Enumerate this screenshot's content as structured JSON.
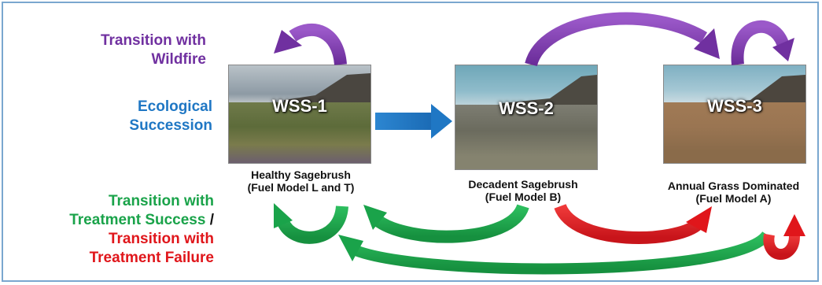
{
  "legend": {
    "wildfire": [
      "Transition with",
      "Wildfire"
    ],
    "succession": [
      "Ecological",
      "Succession"
    ],
    "treatment_success": [
      "Transition with",
      "Treatment Success"
    ],
    "separator": "/",
    "treatment_failure": [
      "Transition with",
      "Treatment Failure"
    ]
  },
  "states": [
    {
      "id": "WSS-1",
      "caption_line1": "Healthy Sagebrush",
      "caption_line2": "(Fuel Model L and T)"
    },
    {
      "id": "WSS-2",
      "caption_line1": "Decadent Sagebrush",
      "caption_line2": "(Fuel Model B)"
    },
    {
      "id": "WSS-3",
      "caption_line1": "Annual Grass Dominated",
      "caption_line2": "(Fuel Model A)"
    }
  ],
  "colors": {
    "wildfire": "#7030a0",
    "succession": "#1f77c4",
    "treatment_success": "#1aa34a",
    "treatment_failure": "#e0161b",
    "frame": "#7aa7cf"
  }
}
